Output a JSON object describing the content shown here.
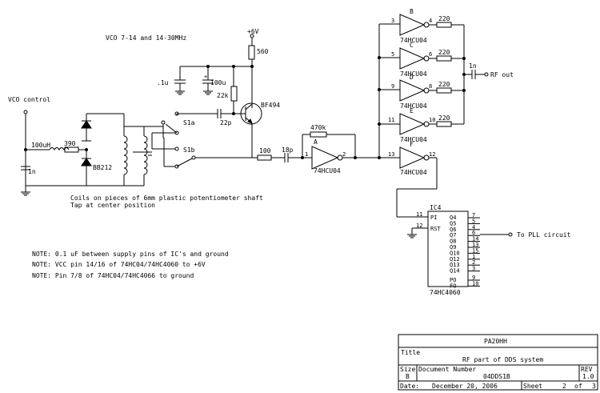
{
  "title_text": "VCO 7-14 and 14-30MHz",
  "vco_control": "VCO control",
  "supply": "+6V",
  "rf_out": "RF out",
  "to_pll": "To PLL circuit",
  "coil_note_1": "Coils on pieces of 6mm plastic potentiometer shaft",
  "coil_note_2": "Tap at center position",
  "notes": [
    "NOTE: 0.1 uF between supply pins of IC's and ground",
    "NOTE: VCC pin 14/16 of 74HC04/74HC4060 to +6V",
    "NOTE: Pin 7/8 of 74HC04/74HC4066 to ground"
  ],
  "components": {
    "r560": "560",
    "c100u": "100u",
    "c01u": ".1u",
    "r22k": "22k",
    "c22p": "22p",
    "q1": "BF494",
    "s1a": "S1a",
    "s1b": "S1b",
    "l100uh": "100uH",
    "r390": "390",
    "d_bb212": "BB212",
    "c1n_in": "1n",
    "r100": "100",
    "c18p": "18p",
    "r470k": "470k",
    "c1n_out": "1n",
    "r220": "220"
  },
  "gates": [
    {
      "letter": "A",
      "pin_in": "1",
      "pin_out": "2",
      "part": "74HCU04"
    },
    {
      "letter": "B",
      "pin_in": "3",
      "pin_out": "4",
      "part": "74HCU04"
    },
    {
      "letter": "C",
      "pin_in": "5",
      "pin_out": "6",
      "part": "74HCU04"
    },
    {
      "letter": "D",
      "pin_in": "9",
      "pin_out": "8",
      "part": "74HCU04"
    },
    {
      "letter": "E",
      "pin_in": "11",
      "pin_out": "10",
      "part": "74HCU04"
    },
    {
      "letter": "F",
      "pin_in": "13",
      "pin_out": "12",
      "part": "74HCU04"
    }
  ],
  "ic4": {
    "name": "IC4",
    "part": "74HC4060",
    "left_pins": [
      {
        "num": "11",
        "label": "PI"
      },
      {
        "num": "12",
        "label": "RST"
      }
    ],
    "outputs": [
      {
        "label": "Q4",
        "pin": "7"
      },
      {
        "label": "Q5",
        "pin": "5"
      },
      {
        "label": "Q6",
        "pin": "4"
      },
      {
        "label": "Q7",
        "pin": "6"
      },
      {
        "label": "Q8",
        "pin": "14"
      },
      {
        "label": "Q9",
        "pin": "13"
      },
      {
        "label": "Q10",
        "pin": "15"
      },
      {
        "label": "Q12",
        "pin": "1"
      },
      {
        "label": "Q13",
        "pin": "2"
      },
      {
        "label": "Q14",
        "pin": "3"
      }
    ],
    "p0_label": "PO",
    "p0_pin": "9",
    "f0_label": "FO",
    "f0_pin": "10"
  },
  "title_block": {
    "company": "PA20HH",
    "title_label": "Title",
    "title": "RF part of DDS system",
    "size_label": "Size",
    "size": "B",
    "doc_label": "Document Number",
    "doc": "04DDS1B",
    "rev_label": "REV",
    "rev": "1.0",
    "date_label": "Date:",
    "date": "December 20, 2006",
    "sheet_label": "Sheet",
    "sheet": "2",
    "of_label": "of",
    "of": "3"
  }
}
